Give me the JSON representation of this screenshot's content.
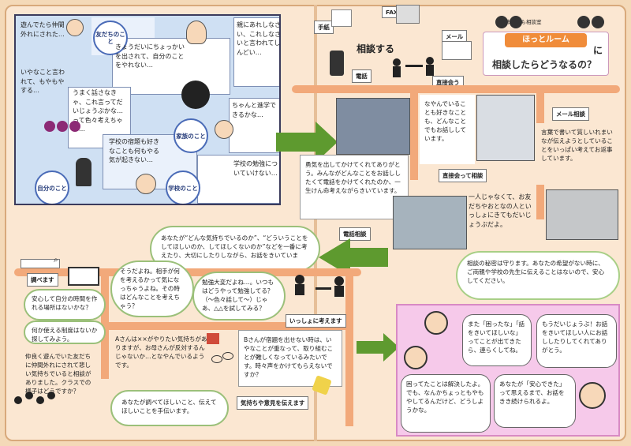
{
  "left_panel": {
    "label_friends": "友だちのこと",
    "label_family": "家族のこと",
    "label_self": "自分のこと",
    "label_school": "学校のこと",
    "t1": "遊んでたら仲間外れにされた…",
    "t2": "いやなこと言われて、もやもやする…",
    "t3": "うまく話さなきゃ、これ言ってだいじょうぶかな…って色々考えちゃう…",
    "t4": "きょうだいにちょっかいを出されて、自分のことをやれない…",
    "t5": "親にあれしなさい、これしなさいと言われてしんどい…",
    "t6": "ちゃんと進学できるかな…",
    "t7": "学校の宿題も好きなことも何もやる気が起きない…",
    "t8": "学校の勉強についていけない…"
  },
  "header": {
    "org_small": "香美市子ども相談室",
    "logo": "ほっとルーム",
    "title_ni": "に",
    "title_main": "相談したらどうなるの？",
    "sodan_suru": "相談する",
    "tegami": "手紙",
    "fax": "FAX",
    "mail": "メール",
    "denwa": "電話",
    "chokusetsu": "直接会う"
  },
  "methods": {
    "phone_label": "電話相談",
    "phone_text": "勇気を出してかけてくれてありがとう。みんながどんなことをお話ししたくて電話をかけてくれたのか、一生けん命考えながらきいています。",
    "direct_label": "直接会って相談",
    "direct_text": "なやんでいることも好きなことも、どんなことでもお話ししています。",
    "mail_label": "メール相談",
    "mail_text": "言葉で書いて質しいれまいなが伝えようとしていることをいっぱい考えてお返事しています。",
    "alone_text": "一人じゃなくて、お友だちやおとなの人といっしょにきてもだいじょうぶだよ。",
    "secret_text": "相談の秘密は守ります。あなたの希望がない時に、ご両親や学校の先生に伝えることはないので、安心してください。"
  },
  "together": {
    "intro": "あなたが“どんな気持ちでいるのか”、“どういうことをしてほしいのか、してほしくないのか”などを一番に考えたり、大切にしたりしながら、お話をきいています。",
    "label": "いっしょに考えます",
    "sirabemasu": "調べます",
    "s1": "安心して自分の時間を作れる場所はないかな？",
    "s2": "何か使える制度はないか探してみよう。",
    "b1": "そうだよね。相手が何を考えるかって気になっちゃうよね。その時はどんなことを考えちゃう？",
    "b2": "勉強大変だよね…。いつもはどうやって勉強してる？（〜色々話して〜）じゃあ、△△を試してみる？",
    "case_a": "Aさんは××がやりたい気持ちがありますが、お母さんが反対するんじゃないか…となやんでいるようです。",
    "case_b": "Bさんが宿題を出せない時は、いやなことが重なって、取り組むことが難しくなっているみたいです。時々声をかけてもらえないですか？",
    "case_c": "仲良く遊んでいた友だちに仲間外れにされて悲しい気持ちでいると相談がありました。クラスでの様子はどうですか？",
    "kimochi": "あなたが調べてほしいこと、伝えてほしいことを手伝います。",
    "kimochi_label": "気持ちや意見を伝えます"
  },
  "result": {
    "r1": "また「困ったな」「話をきいてほしいな」ってことが出てきたら、連らくしてね。",
    "r2": "もうだいじょうぶ！お話をきいてほしい人にお話ししたりしてくれてありがとう。",
    "r3": "困ってたことは解決したよ。でも、なんかちょっともやもやしてるんだけど、どうしようかな。",
    "r4": "あなたが「安心できた」って思えるまで、お話をきき続けられるよ。"
  },
  "colors": {
    "green": "#5e9a2f",
    "orange": "#f2a97a",
    "pink": "#f6c9ea",
    "navy": "#3b3b5c"
  }
}
